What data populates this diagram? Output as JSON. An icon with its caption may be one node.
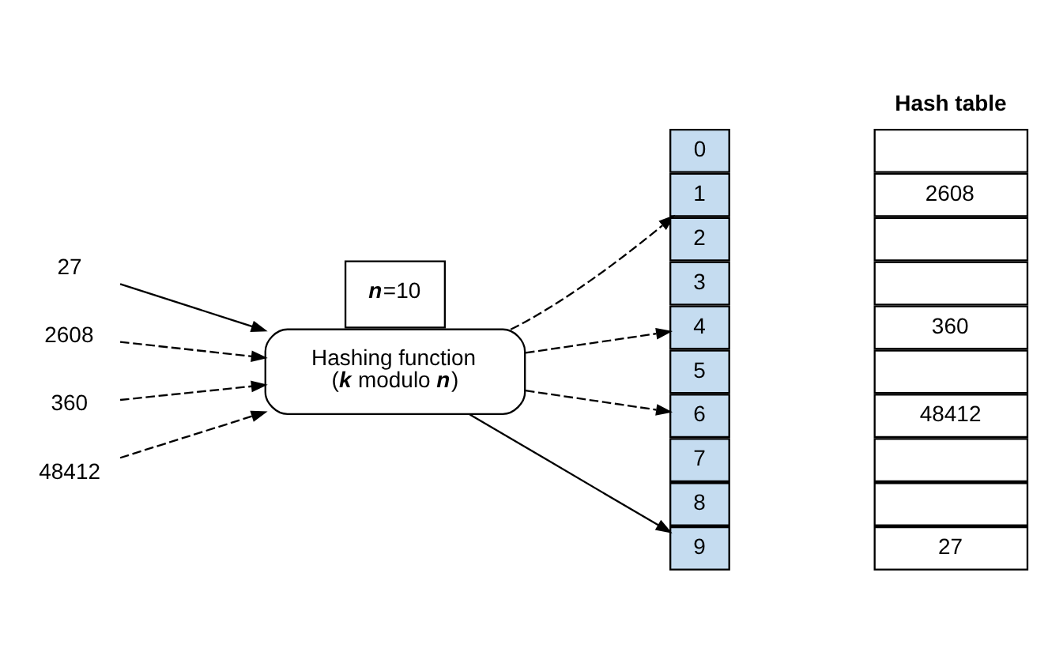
{
  "diagram": {
    "nodes": [
      {
        "text": [
          "27"
        ]
      },
      {
        "text": [
          "2608"
        ]
      },
      {
        "text": [
          "360"
        ]
      },
      {
        "text": [
          "48412"
        ]
      },
      {
        "text": [
          "Hashing function",
          "(**k** modulo **n**)"
        ]
      },
      {
        "text": [
          "0"
        ]
      },
      {
        "text": [],
        "shape": "box"
      },
      {
        "text": [
          "1"
        ]
      },
      {
        "text": [
          "2608"
        ]
      },
      {
        "text": [
          "2"
        ]
      },
      {
        "text": [],
        "shape": "box"
      },
      {
        "text": [
          "3"
        ]
      },
      {
        "text": [],
        "shape": "box"
      },
      {
        "text": [
          "4"
        ]
      },
      {
        "text": [
          "360"
        ]
      },
      {
        "text": [
          "5"
        ]
      },
      {
        "text": [],
        "shape": "box"
      },
      {
        "text": [
          "6"
        ]
      },
      {
        "text": [
          "48412"
        ]
      },
      {
        "text": [
          "7"
        ]
      },
      {
        "text": [],
        "shape": "box"
      },
      {
        "text": [
          "8"
        ]
      },
      {
        "text": [],
        "shape": "box"
      },
      {
        "text": [
          "9"
        ]
      },
      {
        "text": [
          "27"
        ]
      },
      {
        "text": [
          "**n**=10"
        ]
      }
    ],
    "edges": [
      {
        "from": 0,
        "to": 4,
        "arrow": "to"
      },
      {
        "from": 1,
        "to": 4,
        "arrow": "to",
        "style": "dashed"
      },
      {
        "from": 2,
        "to": 4,
        "arrow": "to",
        "style": "dashed"
      },
      {
        "from": 3,
        "to": 4,
        "arrow": "to",
        "style": "dashed"
      },
      {
        "from": 4,
        "to": 7,
        "arrow": "to",
        "style": "dashed"
      },
      {
        "from": 4,
        "to": 13,
        "arrow": "to",
        "style": "dashed"
      },
      {
        "from": 4,
        "to": 17,
        "arrow": "to",
        "style": "dashed"
      },
      {
        "from": 4,
        "to": 23,
        "arrow": "to"
      }
    ],
    "labels": [
      "Hash table"
    ]
  }
}
